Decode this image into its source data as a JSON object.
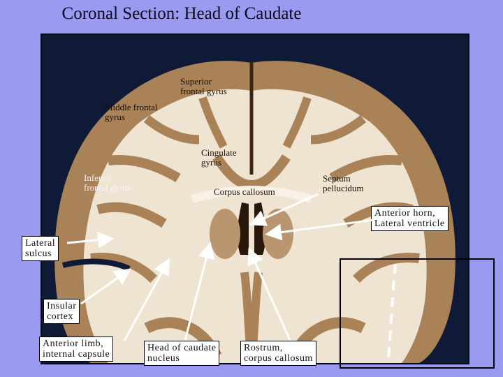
{
  "title": "Coronal Section: Head of Caudate",
  "labels": {
    "superior_frontal": "Superior\nfrontal gyrus",
    "middle_frontal": "Middle frontal\ngyrus",
    "cingulate": "Cingulate\ngyrus",
    "inferior_frontal": "Inferior\nfrontal gyrus",
    "corpus_callosum": "Corpus callosum",
    "septum": "Septum\npellucidum",
    "anterior_horn": "Anterior horn,\nLateral ventricle",
    "lateral_sulcus": "Lateral\nsulcus",
    "insular_cortex": "Insular\ncortex",
    "anterior_limb": "Anterior limb,\ninternal capsule",
    "head_caudate": "Head of caudate\nnucleus",
    "rostrum": "Rostrum,\ncorpus callosum"
  },
  "colors": {
    "background": "#9a9af0",
    "photo_bg": "#0f1a36",
    "white_matter": "#f1e7d6",
    "gray_matter": "#b08a5f",
    "arrow": "#ffffff"
  }
}
